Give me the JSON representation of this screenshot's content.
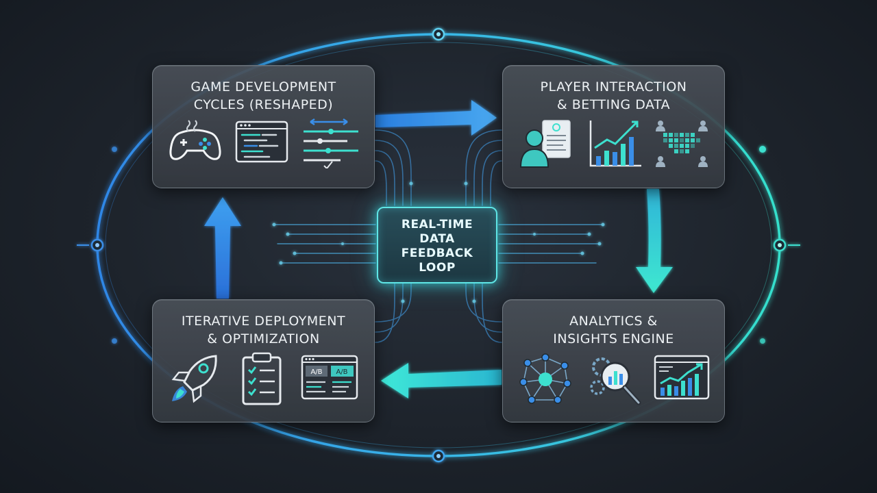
{
  "center": {
    "label": "REAL-TIME\nDATA\nFEEDBACK\nLOOP"
  },
  "cards": {
    "top_left": {
      "title": "GAME DEVELOPMENT\nCYCLES (RESHAPED)"
    },
    "top_right": {
      "title": "PLAYER INTERACTION\n& BETTING DATA"
    },
    "bottom_left": {
      "title": "ITERATIVE DEPLOYMENT\n& OPTIMIZATION"
    },
    "bottom_right": {
      "title": "ANALYTICS &\nINSIGHTS ENGINE"
    }
  },
  "icons": {
    "top_left": [
      "gamepad-icon",
      "code-window-icon",
      "sliders-icon"
    ],
    "top_right": [
      "player-profile-icon",
      "bar-chart-icon",
      "user-heatmap-icon"
    ],
    "bottom_left": [
      "rocket-icon",
      "checklist-clipboard-icon",
      "ab-test-window-icon"
    ],
    "bottom_right": [
      "network-nodes-icon",
      "magnifier-analytics-icon",
      "trend-window-icon"
    ]
  },
  "ab_test": {
    "a_label": "A/B",
    "b_label": "A/B"
  },
  "colors": {
    "blue": "#3a8ee8",
    "teal": "#3de0cf",
    "card_bg": "#474d55",
    "glow": "#5fe6e6"
  }
}
